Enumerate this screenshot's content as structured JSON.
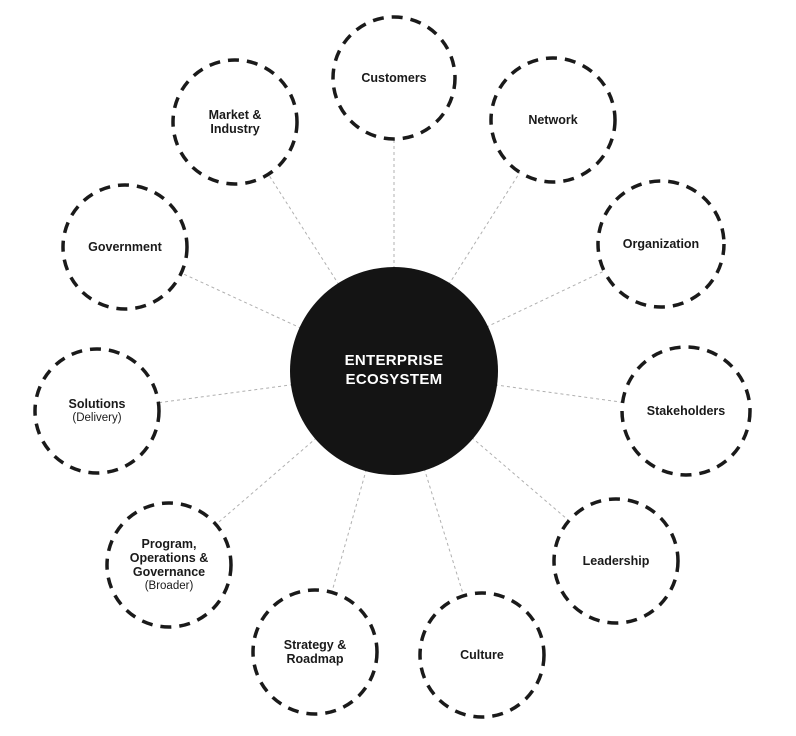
{
  "diagram": {
    "hub": {
      "label": "ENTERPRISE ECOSYSTEM"
    },
    "nodes": [
      {
        "id": "customers",
        "label": "Customers"
      },
      {
        "id": "network",
        "label": "Network"
      },
      {
        "id": "organization",
        "label": "Organization"
      },
      {
        "id": "stakeholders",
        "label": "Stakeholders"
      },
      {
        "id": "leadership",
        "label": "Leadership"
      },
      {
        "id": "culture",
        "label": "Culture"
      },
      {
        "id": "strategy-roadmap",
        "label": "Strategy & Roadmap"
      },
      {
        "id": "program-operations-governance",
        "label": "Program, Operations & Governance",
        "sublabel": "(Broader)"
      },
      {
        "id": "solutions",
        "label": "Solutions",
        "sublabel": "(Delivery)"
      },
      {
        "id": "government",
        "label": "Government"
      },
      {
        "id": "market-industry",
        "label": "Market & Industry"
      }
    ],
    "colors": {
      "background": "#ffffff",
      "hub_fill": "#141414",
      "hub_text": "#ffffff",
      "node_fill": "#ffffff",
      "node_stroke": "#1a1a1a",
      "connector": "#b0b0b0",
      "label_text": "#1a1a1a"
    }
  }
}
